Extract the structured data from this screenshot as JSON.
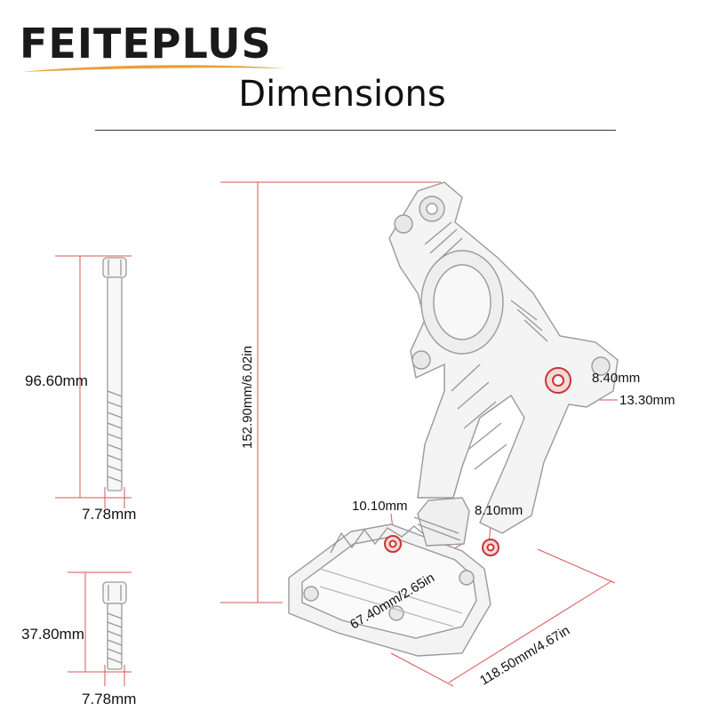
{
  "brand": {
    "name": "FEITEPLUS",
    "swoosh_color": "#e8a03a"
  },
  "header": {
    "title": "Dimensions"
  },
  "colors": {
    "dimension_line": "#d95555",
    "part_outline": "#9a9a9a",
    "hole_highlight": "#cc3333"
  },
  "dimensions": {
    "long_bolt_length": "96.60mm",
    "long_bolt_width": "7.78mm",
    "short_bolt_length": "37.80mm",
    "short_bolt_width": "7.78mm",
    "overall_height": "152.90mm/6.02in",
    "hole_upper_inner": "8.40mm",
    "hole_upper_outer": "13.30mm",
    "hole_peg_left": "10.10mm",
    "hole_peg_right": "8.10mm",
    "peg_width": "67.40mm/2.65in",
    "peg_length": "118.50mm/4.67in"
  }
}
